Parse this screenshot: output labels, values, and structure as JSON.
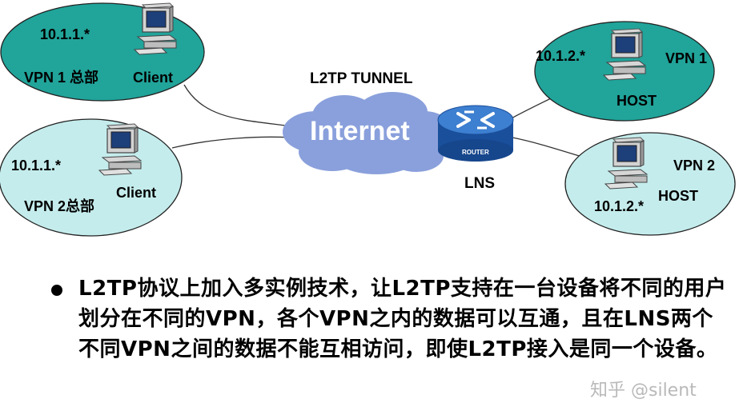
{
  "diagram": {
    "tunnel_label": "L2TP TUNNEL",
    "internet_label": "Internet",
    "router_badge": "ROUTER",
    "lns_label": "LNS",
    "sites": [
      {
        "ip": "10.1.1.*",
        "vpn": "VPN 1 总部",
        "device": "Client"
      },
      {
        "ip": "10.1.1.*",
        "vpn": "VPN 2总部",
        "device": "Client"
      },
      {
        "ip": "10.1.2.*",
        "vpn": "VPN 1",
        "device": "HOST"
      },
      {
        "ip": "10.1.2.*",
        "vpn": "VPN 2",
        "device": "HOST"
      }
    ],
    "colors": {
      "site_fill_dark": "#21a49a",
      "site_fill_light": "#c5ecec",
      "cloud": "#8aa0dc",
      "router": "#1f57a8"
    }
  },
  "bullet": {
    "text": "L2TP协议上加入多实例技术，让L2TP支持在一台设备将不同的用户划分在不同的VPN，各个VPN之内的数据可以互通，且在LNS两个不同VPN之间的数据不能互相访问，即使L2TP接入是同一个设备。"
  },
  "watermark": "知乎 @silent"
}
